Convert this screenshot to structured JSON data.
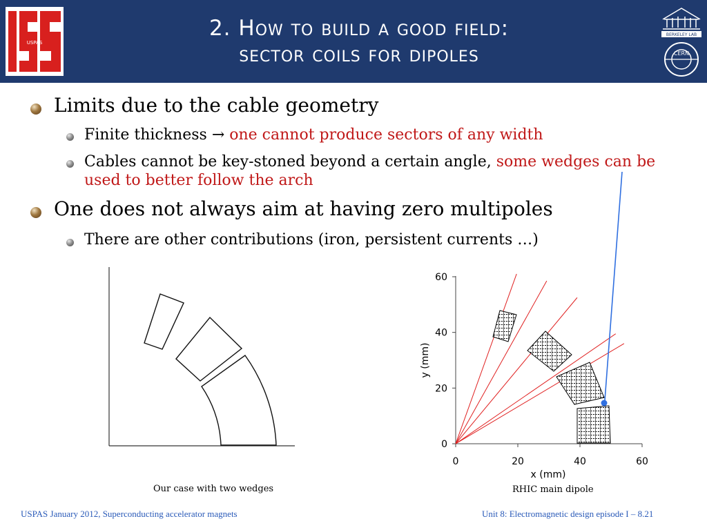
{
  "header": {
    "title_line1": "2. How to build a good field:",
    "title_line2": "sector coils for dipoles",
    "logo_left_text": "USPAS",
    "logo_right_top_text": "BERKELEY LAB",
    "logo_right_bottom_text": "CERN"
  },
  "bullets": {
    "b1_text": "Limits due to the cable geometry",
    "b1_sub1_black": "Finite thickness ",
    "b1_sub1_arrow": "→",
    "b1_sub1_red": " one cannot produce sectors of any width",
    "b1_sub2_black": "Cables cannot be key-stoned beyond a certain angle, ",
    "b1_sub2_red": "some wedges can be used to better follow the arch",
    "b2_text": "One does not always aim at having zero multipoles",
    "b2_sub1": "There are other contributions (iron, persistent currents …)"
  },
  "figures": {
    "left_caption": "Our case with two wedges",
    "right_caption": "RHIC main dipole"
  },
  "chart_data": {
    "type": "scatter",
    "title": "",
    "xlabel": "x (mm)",
    "ylabel": "y (mm)",
    "xlim": [
      0,
      60
    ],
    "ylim": [
      0,
      60
    ],
    "xticks": [
      "0",
      "20",
      "40",
      "60"
    ],
    "yticks": [
      "0",
      "20",
      "40",
      "60"
    ],
    "grid": false,
    "line_color": "#e02020",
    "rays_end": [
      [
        19.6,
        61
      ],
      [
        29.3,
        58.5
      ],
      [
        39.1,
        52.5
      ],
      [
        51.5,
        39.5
      ],
      [
        54.2,
        36
      ]
    ]
  },
  "footer": {
    "left": "USPAS January 2012,  Superconducting accelerator magnets",
    "right": "Unit 8: Electromagnetic design episode I – 8.21"
  },
  "colors": {
    "header_bg": "#1f3a6e",
    "footer_text": "#2a5ab8",
    "red_text": "#c01818",
    "arrow": "#2f6fe0"
  }
}
